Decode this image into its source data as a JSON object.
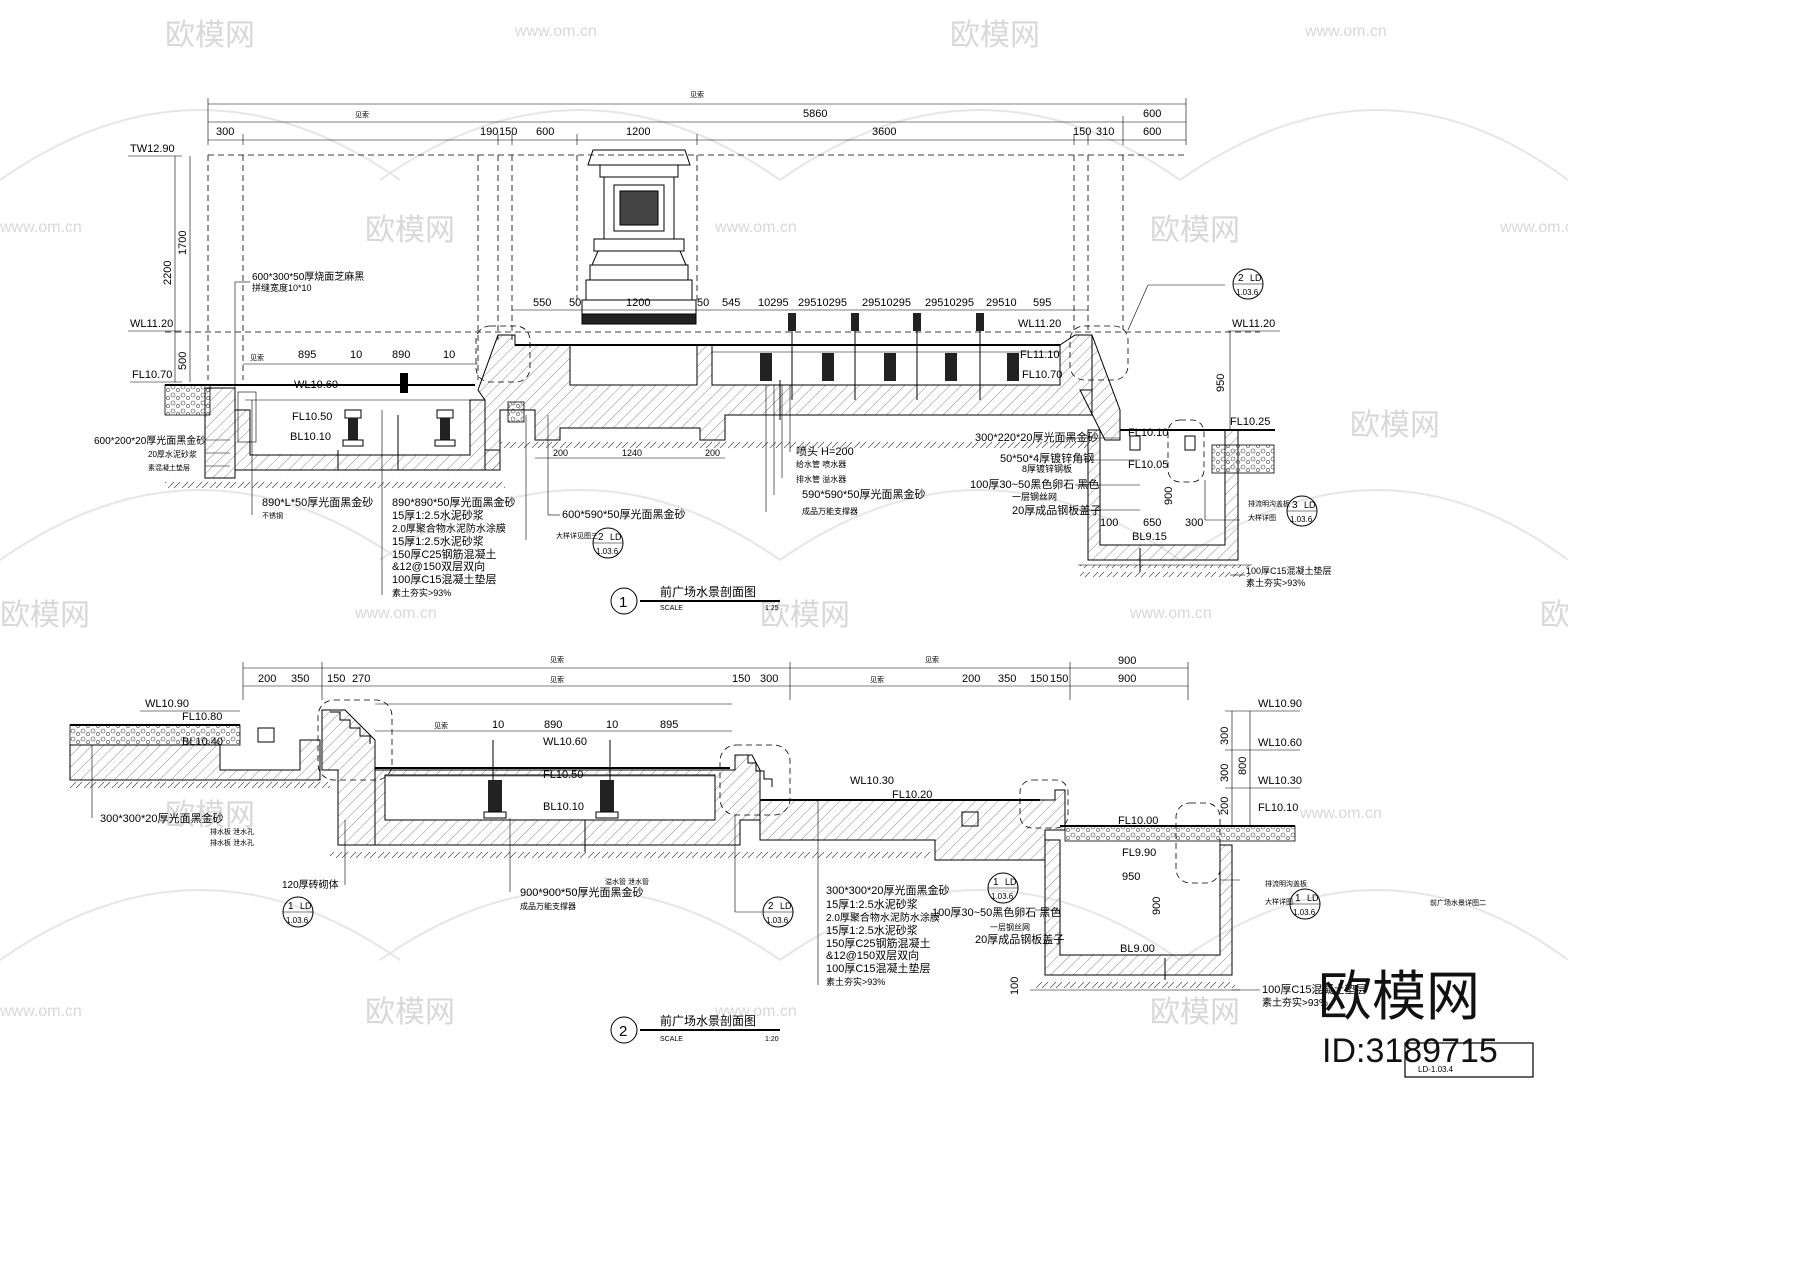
{
  "watermarks": {
    "site": "www.om.cn",
    "brand_small": "欧模网",
    "brand_large": "欧模网",
    "id_label": "ID:3189715"
  },
  "section1": {
    "number": "1",
    "title": "前广场水景剖面图",
    "scale_label": "SCALE",
    "scale": "1:25",
    "top_dims": {
      "overall_label": "见索",
      "d5860": "5860",
      "d600a": "600",
      "d300": "300",
      "d190": "190",
      "d150": "150",
      "d600b": "600",
      "d1200": "1200",
      "d3600": "3600",
      "d150b": "150",
      "d310": "310",
      "d600c": "600",
      "sub_label": "见索"
    },
    "levels": {
      "tw": "TW12.90",
      "wl_left": "WL11.20",
      "fl_left": "FL10.70",
      "wl_pool": "WL10.60",
      "fl_pool": "FL10.50",
      "bl_pool": "BL10.10",
      "wl_right": "WL11.20",
      "wl_right2": "WL11.20",
      "fl_r1": "FL11.10",
      "fl_r2": "FL10.70",
      "fl_r3": "FL10.25",
      "fl_r4": "FL10.10",
      "fl_r5": "FL10.05",
      "bl_r": "BL9.15"
    },
    "vert_dims": {
      "v2200": "2200",
      "v1700": "1700",
      "v500": "500",
      "v950": "950",
      "v900": "900"
    },
    "mid_dims": {
      "d550": "550",
      "d50a": "50",
      "d1200": "1200",
      "d50b": "50",
      "d545": "545",
      "d10295a": "10295",
      "d29510a": "29510295",
      "d29510b": "29510295",
      "d29510c": "29510295",
      "d29510": "29510",
      "d595": "595"
    },
    "pool_dims": {
      "lbl": "见索",
      "d895": "895",
      "d10a": "10",
      "d890": "890",
      "d10b": "10"
    },
    "base_dims": {
      "d200a": "200",
      "d1240": "1240",
      "d200b": "200",
      "d650": "650",
      "d100": "100",
      "d300": "300"
    },
    "notes_left": [
      "600*300*50厚烧面芝麻黑",
      "拼缝宽度10*10",
      "600*200*20厚光面黑金砂",
      "20厚水泥砂浆",
      "素混凝土垫层"
    ],
    "notes_bottom": [
      "890*L*50厚光面黑金砂",
      "不锈钢",
      "890*890*50厚光面黑金砂",
      "15厚1:2.5水泥砂浆",
      "2.0厚聚合物水泥防水涂膜",
      "15厚1:2.5水泥砂浆",
      "150厚C25钢筋混凝土",
      "&12@150双层双向",
      "100厚C15混凝土垫层",
      "素土夯实>93%"
    ],
    "notes_mid": [
      "600*590*50厚光面黑金砂",
      "大样详见图三"
    ],
    "notes_jets": [
      "喷头 H=200",
      "给水管  喷水器",
      "排水管  溢水器",
      "590*590*50厚光面黑金砂",
      "成品万能支撑器"
    ],
    "notes_right": [
      "300*220*20厚光面黑金砂",
      "50*50*4厚镀锌角钢",
      "8厚镀锌钢板",
      "100厚30~50黑色卵石  黑色",
      "一层钢丝网",
      "20厚成品钢板盖子",
      "100厚C15混凝土垫层",
      "素土夯实>93%"
    ],
    "notes_far_right": [
      "排流明沟盖板",
      "大样详图"
    ],
    "callouts": [
      {
        "num": "2",
        "tag": "LD",
        "ref": "1.03.6"
      },
      {
        "num": "3",
        "tag": "LD",
        "ref": "1.03.6"
      },
      {
        "num": "2",
        "tag": "LD",
        "ref": "1.03.6"
      }
    ]
  },
  "section2": {
    "number": "2",
    "title": "前广场水景剖面图",
    "scale_label": "SCALE",
    "scale": "1:20",
    "top_dims": {
      "lbl1": "见索",
      "lbl2": "见索",
      "d900a": "900",
      "d200": "200",
      "d350": "350",
      "d150": "150",
      "d270": "270",
      "lbl3": "见索",
      "d150b": "150",
      "d300": "300",
      "lbl4": "见索",
      "d200b": "200",
      "d350b": "350",
      "d150c": "150",
      "d150d": "150",
      "d900b": "900"
    },
    "pool_dims": {
      "lbl": "见索",
      "d10a": "10",
      "d890": "890",
      "d10b": "10",
      "d895": "895"
    },
    "levels": {
      "wl_left": "WL10.90",
      "fl_left": "FL10.80",
      "bl_left": "BL10.40",
      "wl_pool": "WL10.60",
      "fl_pool": "FL10.50",
      "bl_pool": "BL10.10",
      "wl_mid": "WL10.30",
      "fl_mid": "FL10.20",
      "wl_r1": "WL10.90",
      "wl_r2": "WL10.60",
      "wl_r3": "WL10.30",
      "fl_r": "FL10.10",
      "fl_r2": "FL10.00",
      "fl_r3": "FL9.90",
      "bl_r": "BL9.00"
    },
    "right_vert": {
      "v300a": "300",
      "v300b": "300",
      "v800": "800",
      "v200": "200",
      "v950": "950",
      "v900": "900",
      "v100": "100"
    },
    "notes_left": [
      "300*300*20厚光面黑金砂",
      "排水板  泄水孔",
      "排水板  泄水孔",
      "120厚砖砌体"
    ],
    "notes_bottom": [
      "900*900*50厚光面黑金砂",
      "成品万能支撑器",
      "溢水管  泄水管"
    ],
    "notes_mid": [
      "300*300*20厚光面黑金砂",
      "15厚1:2.5水泥砂浆",
      "2.0厚聚合物水泥防水涂膜",
      "15厚1:2.5水泥砂浆",
      "150厚C25钢筋混凝土",
      "&12@150双层双向",
      "100厚C15混凝土垫层",
      "素土夯实>93%"
    ],
    "notes_right": [
      "100厚30~50黑色卵石  黑色",
      "一层钢丝网",
      "20厚成品钢板盖子",
      "100厚C15混凝土垫层",
      "素土夯实>93%"
    ],
    "notes_far_right": [
      "排流明沟盖板",
      "大样详图"
    ],
    "side_title": "前广场水景详图二",
    "callouts": [
      {
        "num": "1",
        "tag": "LD",
        "ref": "1.03.6"
      },
      {
        "num": "2",
        "tag": "LD",
        "ref": "1.03.6"
      },
      {
        "num": "1",
        "tag": "LD",
        "ref": "1.03.6"
      },
      {
        "num": "1",
        "tag": "LD",
        "ref": "1.03.6"
      }
    ]
  },
  "sheet_number": "LD-1.03.4"
}
